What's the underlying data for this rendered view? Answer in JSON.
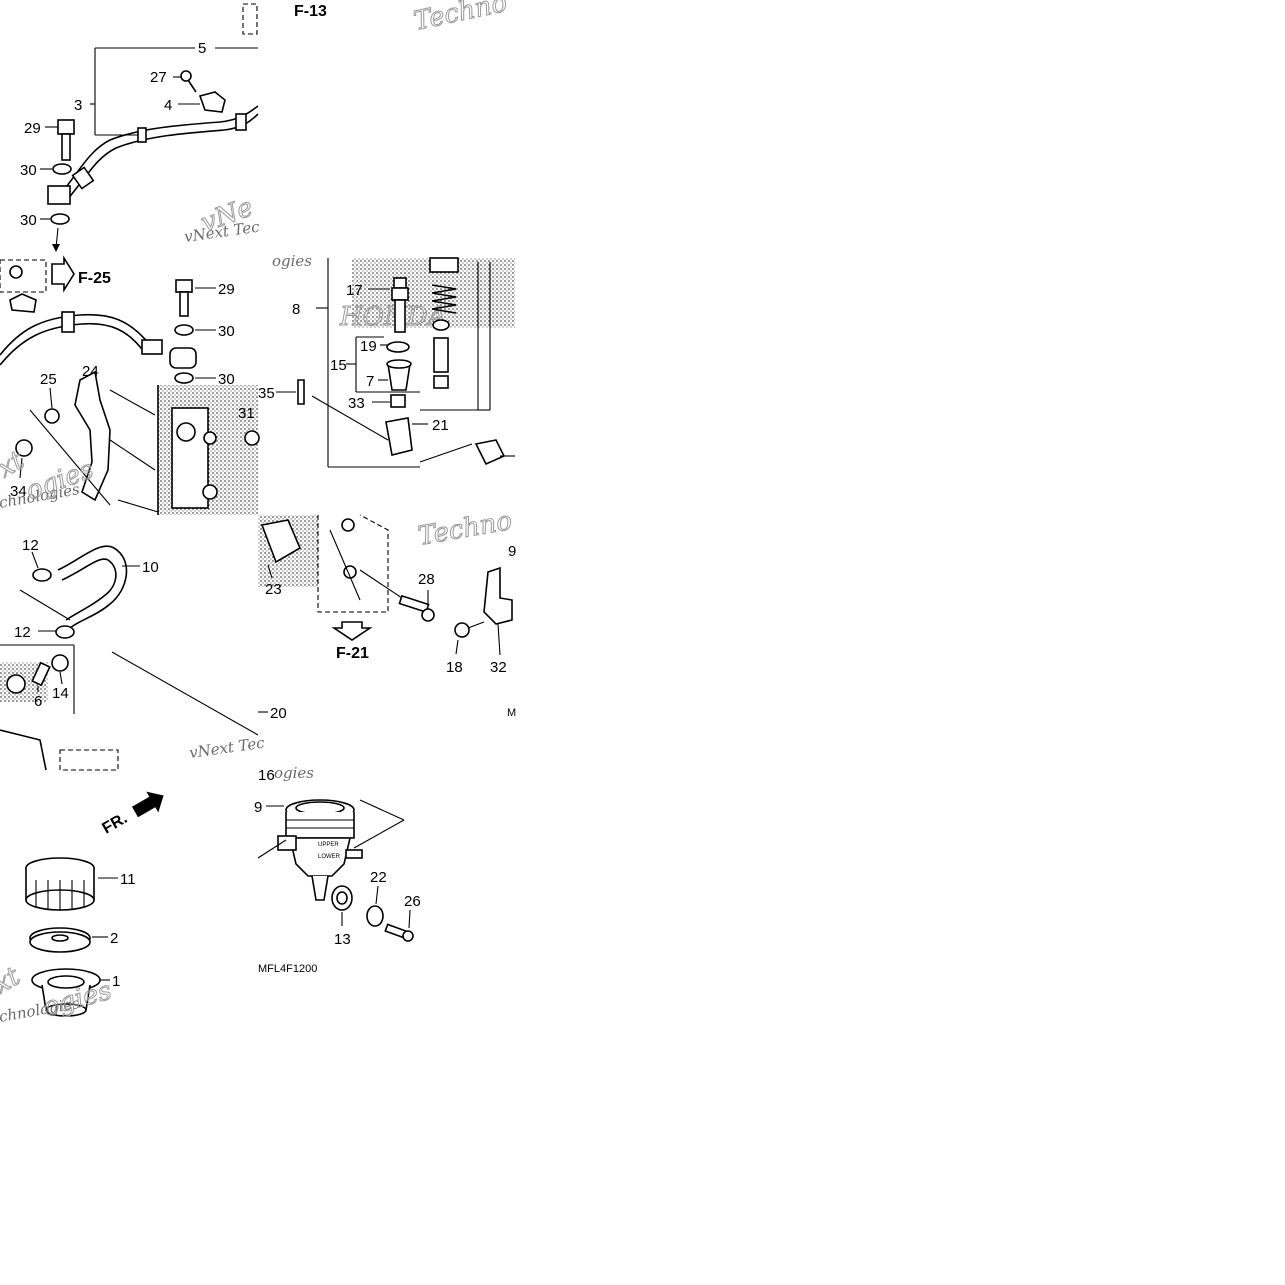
{
  "callouts": [
    {
      "id": "c5",
      "text": "5"
    },
    {
      "id": "c27",
      "text": "27"
    },
    {
      "id": "c3",
      "text": "3"
    },
    {
      "id": "c4",
      "text": "4"
    },
    {
      "id": "c29a",
      "text": "29"
    },
    {
      "id": "c30a",
      "text": "30"
    },
    {
      "id": "c30b",
      "text": "30"
    },
    {
      "id": "c29b",
      "text": "29"
    },
    {
      "id": "c30c",
      "text": "30"
    },
    {
      "id": "c30d",
      "text": "30"
    },
    {
      "id": "c25",
      "text": "25"
    },
    {
      "id": "c24",
      "text": "24"
    },
    {
      "id": "c34",
      "text": "34"
    },
    {
      "id": "c35",
      "text": "35"
    },
    {
      "id": "c31",
      "text": "31"
    },
    {
      "id": "c8",
      "text": "8"
    },
    {
      "id": "c17",
      "text": "17"
    },
    {
      "id": "c19",
      "text": "19"
    },
    {
      "id": "c15",
      "text": "15"
    },
    {
      "id": "c7",
      "text": "7"
    },
    {
      "id": "c33",
      "text": "33"
    },
    {
      "id": "c21",
      "text": "21"
    },
    {
      "id": "c12a",
      "text": "12"
    },
    {
      "id": "c10",
      "text": "10"
    },
    {
      "id": "c12b",
      "text": "12"
    },
    {
      "id": "c6",
      "text": "6"
    },
    {
      "id": "c14",
      "text": "14"
    },
    {
      "id": "c20",
      "text": "20"
    },
    {
      "id": "c23",
      "text": "23"
    },
    {
      "id": "c28",
      "text": "28"
    },
    {
      "id": "c9a",
      "text": "9"
    },
    {
      "id": "c32",
      "text": "32"
    },
    {
      "id": "c18",
      "text": "18"
    },
    {
      "id": "c16",
      "text": "16"
    },
    {
      "id": "c9b",
      "text": "9"
    },
    {
      "id": "c11",
      "text": "11"
    },
    {
      "id": "c2",
      "text": "2"
    },
    {
      "id": "c1",
      "text": "1"
    },
    {
      "id": "c22",
      "text": "22"
    },
    {
      "id": "c26",
      "text": "26"
    },
    {
      "id": "c13",
      "text": "13"
    }
  ],
  "references": {
    "f13": "F-13",
    "f25": "F-25",
    "f21": "F-21"
  },
  "front_label": "FR.",
  "drawing_code": "MFL4F1200",
  "m_label": "M",
  "reservoir_text": {
    "upper": "UPPER",
    "lower": "LOWER"
  },
  "watermarks": {
    "techno": "Techno",
    "vnext": "vNext Tec",
    "technologies": "chnologies",
    "vnext_short": "vNe",
    "xt": "xt",
    "ogies": "ogies",
    "brand": "HONDA"
  },
  "colors": {
    "ink": "#000000",
    "background": "#ffffff",
    "watermark": "#6b6b6b"
  }
}
